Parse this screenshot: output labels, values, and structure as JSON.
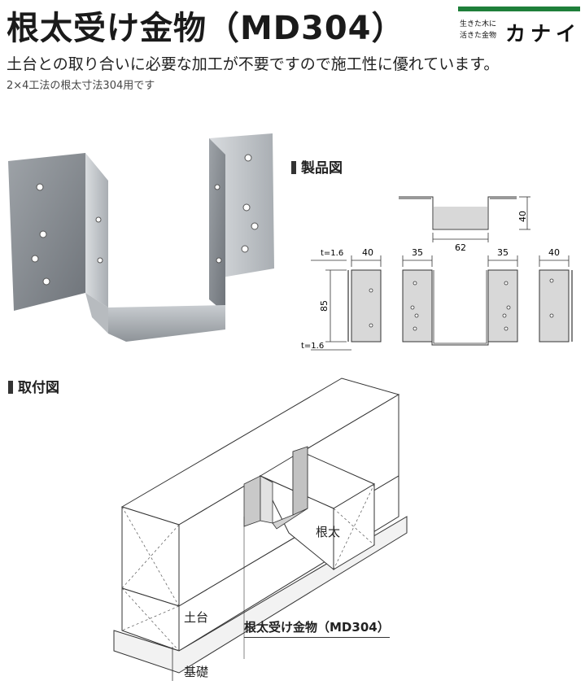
{
  "header": {
    "title": "根太受け金物（MD304）",
    "tagline_line1": "生きた木に",
    "tagline_line2": "活きた金物",
    "brand": "カナイ",
    "brand_color": "#1e7f3a"
  },
  "description": {
    "lead": "土台との取り合いに必要な加工が不要ですので施工性に優れています。",
    "sub": "2×4工法の根太寸法304用です"
  },
  "product_diagram": {
    "heading": "製品図",
    "dims": {
      "top_height": "40",
      "top_width": "62",
      "t_top": "t=1.6",
      "t_bottom": "t=1.6",
      "w1": "40",
      "w2": "35",
      "w3": "35",
      "w4": "40",
      "height": "85"
    }
  },
  "install_diagram": {
    "heading": "取付図",
    "labels": {
      "joist": "根太",
      "sill": "土台",
      "foundation": "基礎",
      "hanger": "根太受け金物（MD304）"
    }
  }
}
